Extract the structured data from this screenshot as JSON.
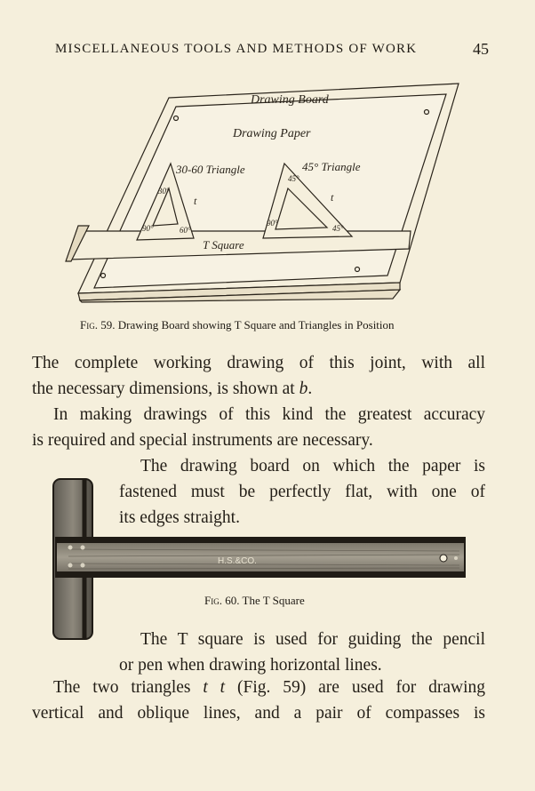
{
  "running_head": {
    "title": "MISCELLANEOUS TOOLS AND METHODS OF WORK",
    "page_number": "45"
  },
  "figure59": {
    "labels": {
      "board": "Drawing Board",
      "paper": "Drawing Paper",
      "triangle_30_60": "30-60 Triangle",
      "triangle_45": "45° Triangle",
      "t_square": "T Square",
      "angle_30": "30°",
      "angle_60": "60°",
      "angle_90_a": "90°",
      "angle_90_b": "90°",
      "angle_45_a": "45°",
      "angle_45_b": "45°",
      "t_a": "t",
      "t_b": "t"
    },
    "caption_num": "Fig. 59.",
    "caption_text": "Drawing Board showing T Square and Triangles in Position"
  },
  "body": {
    "p1": [
      "The complete working drawing of this joint, with all",
      "the necessary dimensions, is shown at "
    ],
    "p1_ref": "b",
    "p1_end": ".",
    "p2": [
      "In making drawings of this kind the greatest accuracy",
      "is required and special instruments are necessary."
    ],
    "p3": [
      "The drawing board on which the paper is",
      "fastened must be perfectly flat, with one of",
      "its edges straight."
    ],
    "p4": [
      "The T square is used for guiding the pencil",
      "or pen when drawing horizontal lines."
    ],
    "p5_start": "The two triangles ",
    "p5_ref": "t t",
    "p5_rest": " (Fig. 59) are used for drawing",
    "p5_line2": "vertical and oblique lines, and a pair of compasses is"
  },
  "figure60": {
    "blade_stamp": "H.S.&CO.",
    "caption_num": "Fig. 60.",
    "caption_text": "The T Square"
  }
}
